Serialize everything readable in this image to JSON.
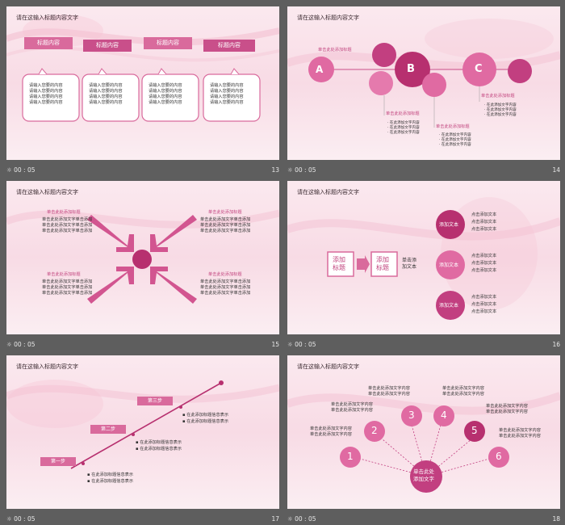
{
  "footer_time": "00 : 05",
  "s13": {
    "title": "请在这输入标题内容文字",
    "number": "13",
    "tabs": [
      "标题内容",
      "标题内容",
      "标题内容",
      "标题内容"
    ],
    "box_line": "请输入您要的内容"
  },
  "s14": {
    "title": "请在这输入标题内容文字",
    "number": "14",
    "heading": "单击此处添加标题",
    "circles": [
      "A",
      "B",
      "C"
    ],
    "bullet": "· 在此添加文字内容"
  },
  "s15": {
    "title": "请在这输入标题内容文字",
    "number": "15",
    "heading": "单击此处添加标题",
    "text_line": "单击此处添加文字单击添加"
  },
  "s16": {
    "title": "请在这输入标题内容文字",
    "number": "16",
    "box1": [
      "添加",
      "标题"
    ],
    "box2": [
      "添加",
      "标题"
    ],
    "click_text": [
      "单击添",
      "加文本"
    ],
    "circle_label": "添加文本",
    "line": "点击添加文本"
  },
  "s17": {
    "title": "请在这输入标题内容文字",
    "number": "17",
    "steps": [
      "第一步",
      "第二步",
      "第三步"
    ],
    "bullet": "在此添加标题信息表示"
  },
  "s18": {
    "title": "请在这输入标题内容文字",
    "number": "18",
    "center": [
      "单击此处",
      "添加文字"
    ],
    "numbers": [
      "1",
      "2",
      "3",
      "4",
      "5",
      "6"
    ],
    "line": "单击此处添加文字内容"
  },
  "colors": {
    "accent": "#d96a9c",
    "dark": "#b83e78",
    "bg": "#5e5e5e"
  }
}
